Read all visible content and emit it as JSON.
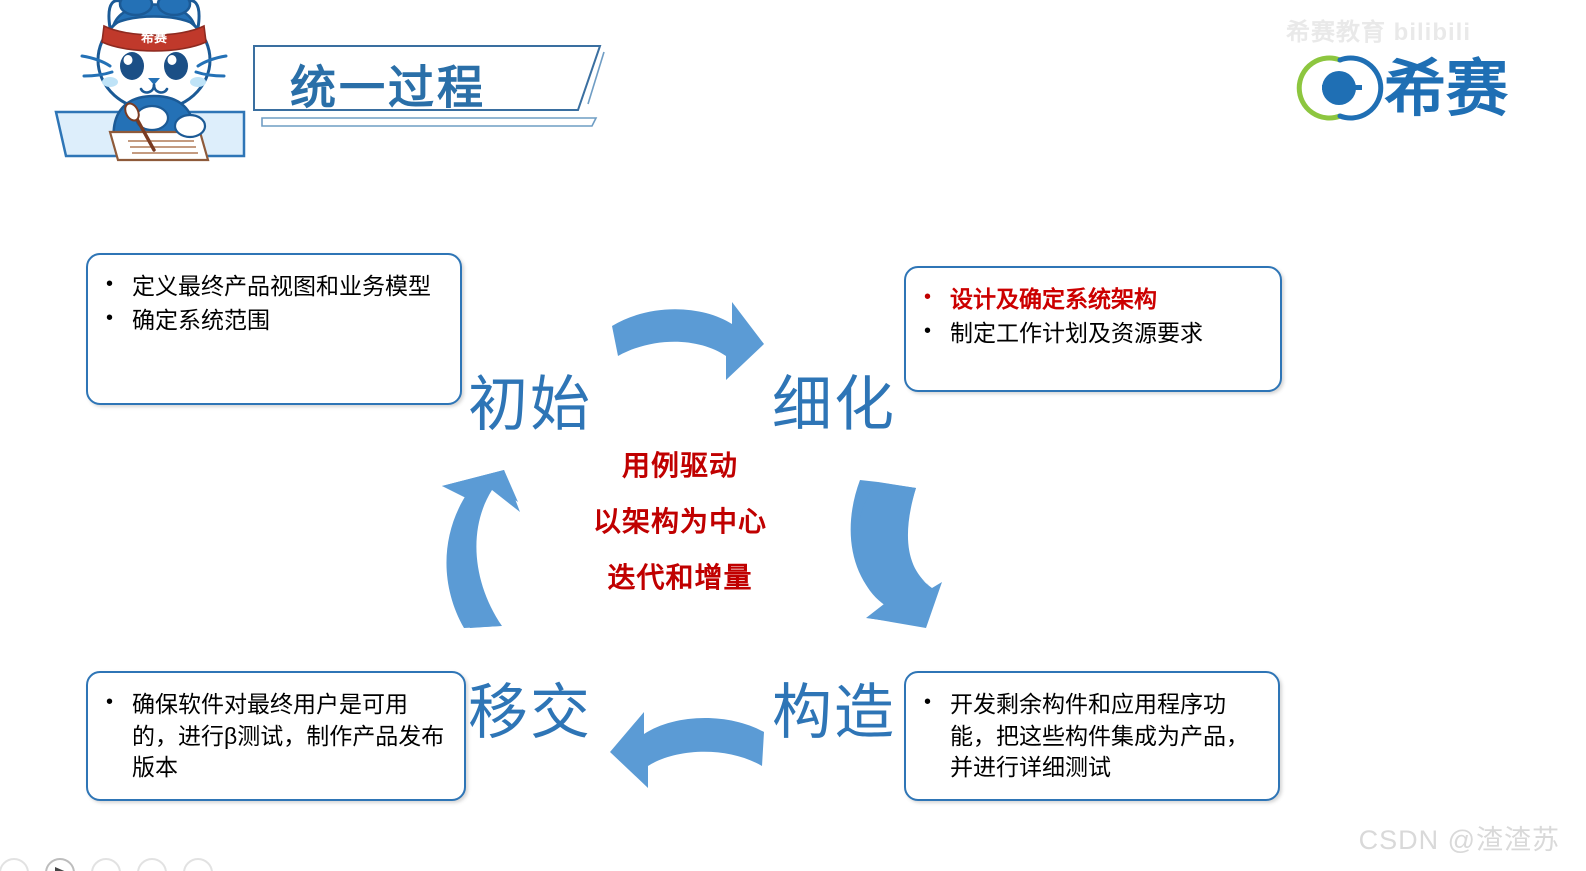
{
  "slide": {
    "title": "统一过程",
    "brand_name": "希赛",
    "accent_blue": "#2e75b6",
    "title_blue": "#2a6fa8",
    "accent_red": "#c00000",
    "logo_green": "#8dc63f"
  },
  "mascot": {
    "alt_name": "希赛猫吉祥物",
    "headband_text": "希赛"
  },
  "watermarks": {
    "bilibili": "希赛教育 bilibili",
    "csdn": "CSDN @渣渣苏"
  },
  "phases": [
    {
      "id": "inception",
      "label": "初始",
      "bullets": [
        {
          "text": "定义最终产品视图和业务模型",
          "highlight": false
        },
        {
          "text": "确定系统范围",
          "highlight": false
        }
      ]
    },
    {
      "id": "elaboration",
      "label": "细化",
      "bullets": [
        {
          "text": "设计及确定系统架构",
          "highlight": true
        },
        {
          "text": "制定工作计划及资源要求",
          "highlight": false
        }
      ]
    },
    {
      "id": "construction",
      "label": "构造",
      "bullets": [
        {
          "text": "开发剩余构件和应用程序功能，把这些构件集成为产品，并进行详细测试",
          "highlight": false
        }
      ]
    },
    {
      "id": "transition",
      "label": "移交",
      "bullets": [
        {
          "text": "确保软件对最终用户是可用的，进行β测试，制作产品发布版本",
          "highlight": false
        }
      ]
    }
  ],
  "center_principles": [
    "用例驱动",
    "以架构为中心",
    "迭代和增量"
  ],
  "arrows": [
    {
      "id": "top",
      "direction": "right",
      "from": "初始",
      "to": "细化"
    },
    {
      "id": "right",
      "direction": "down",
      "from": "细化",
      "to": "构造"
    },
    {
      "id": "bottom",
      "direction": "left",
      "from": "构造",
      "to": "移交"
    },
    {
      "id": "left",
      "direction": "up",
      "from": "移交",
      "to": "初始"
    }
  ]
}
